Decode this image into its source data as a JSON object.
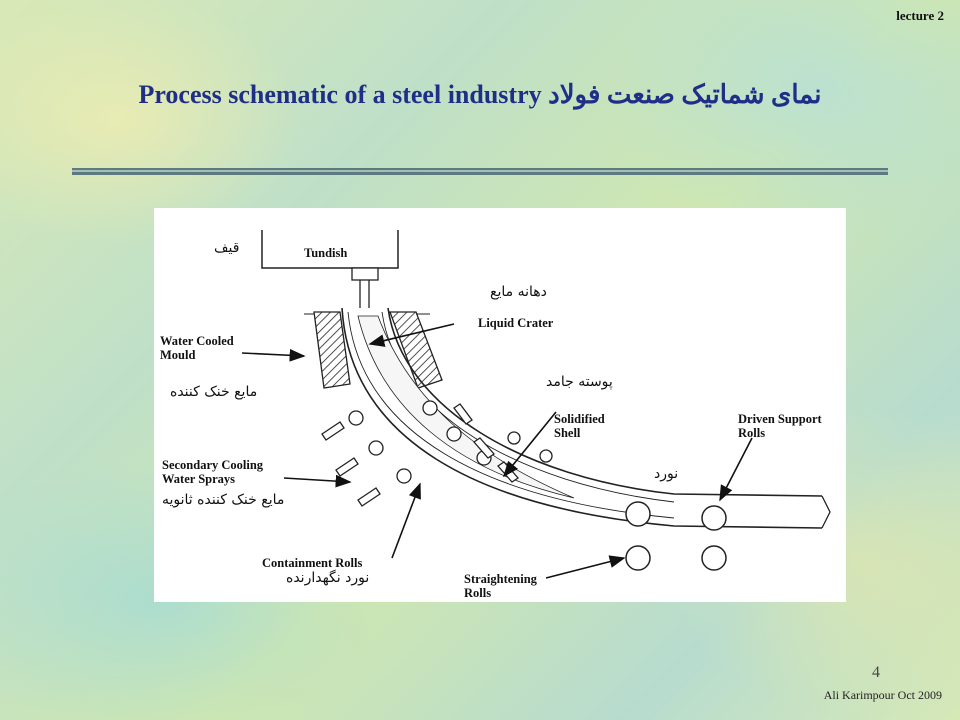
{
  "header": {
    "course_label": "lecture 2",
    "title": "Process schematic of a steel industry نمای شماتیک صنعت فولاد"
  },
  "diagram": {
    "labels_en": {
      "tundish": "Tundish",
      "water_cooled_mould": "Water Cooled\nMould",
      "liquid_crater": "Liquid Crater",
      "solidified_shell": "Solidified\nShell",
      "driven_support_rolls": "Driven Support\nRolls",
      "secondary_cooling": "Secondary Cooling\nWater Sprays",
      "containment_rolls": "Containment Rolls",
      "straightening_rolls": "Straightening\nRolls"
    },
    "labels_fa": {
      "tundish": "قیف",
      "liquid_crater": "دهانه مایع",
      "mould": "مایع خنک کننده",
      "shell": "پوسته جامد",
      "rolls": "نورد",
      "secondary_cooling": "مایع خنک کننده ثانویه",
      "containment_rolls": "نورد نگهدارنده"
    }
  },
  "footer": {
    "page_number": "4",
    "credit": "Ali Karimpour Oct 2009"
  }
}
